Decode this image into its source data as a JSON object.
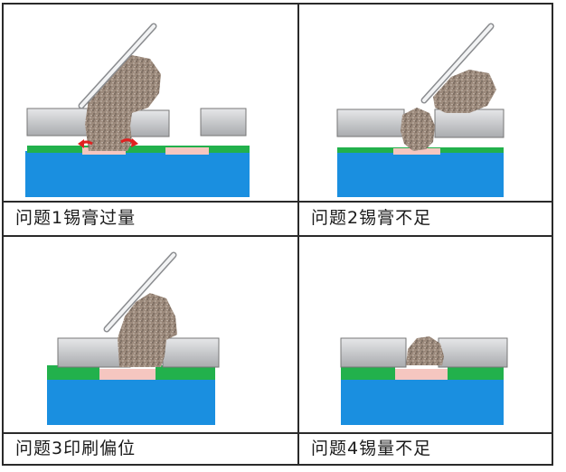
{
  "panels": [
    {
      "id": "panel-1",
      "caption": "问题1锡膏过量"
    },
    {
      "id": "panel-2",
      "caption": "问题2锡膏不足"
    },
    {
      "id": "panel-3",
      "caption": "问题3印刷偏位"
    },
    {
      "id": "panel-4",
      "caption": "问题4锡量不足"
    }
  ],
  "colors": {
    "substrate": "#1a8fe0",
    "solder_mask": "#22b14c",
    "pad": "#f5c6c0",
    "stencil": "#c7c9cc",
    "paste": "#9c8a7c",
    "arrow": "#e02020"
  },
  "icon_names": [
    "squeegee-blade",
    "solder-paste",
    "stencil",
    "pad",
    "substrate",
    "overflow-arrow"
  ]
}
